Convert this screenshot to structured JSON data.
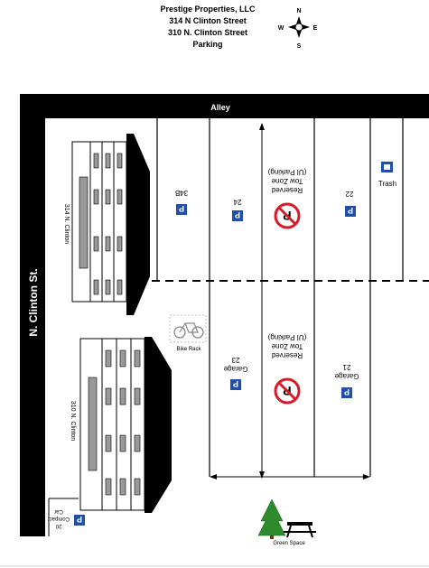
{
  "header": {
    "line1": "Prestige Properties, LLC",
    "line2": "314 N Clinton Street",
    "line3": "310 N. Clinton Street",
    "line4": "Parking"
  },
  "compass": {
    "n": "N",
    "s": "S",
    "e": "E",
    "w": "W"
  },
  "streets": {
    "alley": "Alley",
    "clinton": "N. Clinton St."
  },
  "buildings": {
    "north": "314 N. Clinton",
    "south": "310 N. Clinton"
  },
  "spaces": {
    "s34b": "34B",
    "s24": "24",
    "s22": "22",
    "s23": "23",
    "s21": "21",
    "s20": "20",
    "s20_sub": "Compact",
    "s20_sub2": "Car",
    "garage": "Garage"
  },
  "zones": {
    "reserved": "Reserved",
    "tow": "Tow Zone",
    "ui": "(UI Parking)"
  },
  "features": {
    "trash": "Trash",
    "bike_rack": "Bike Rack",
    "green_space": "Green Space"
  },
  "colors": {
    "parking_sign": "#1f4fa8",
    "no_parking_red": "#d8192a",
    "tree": "#2d8a2d",
    "road": "#000000"
  }
}
